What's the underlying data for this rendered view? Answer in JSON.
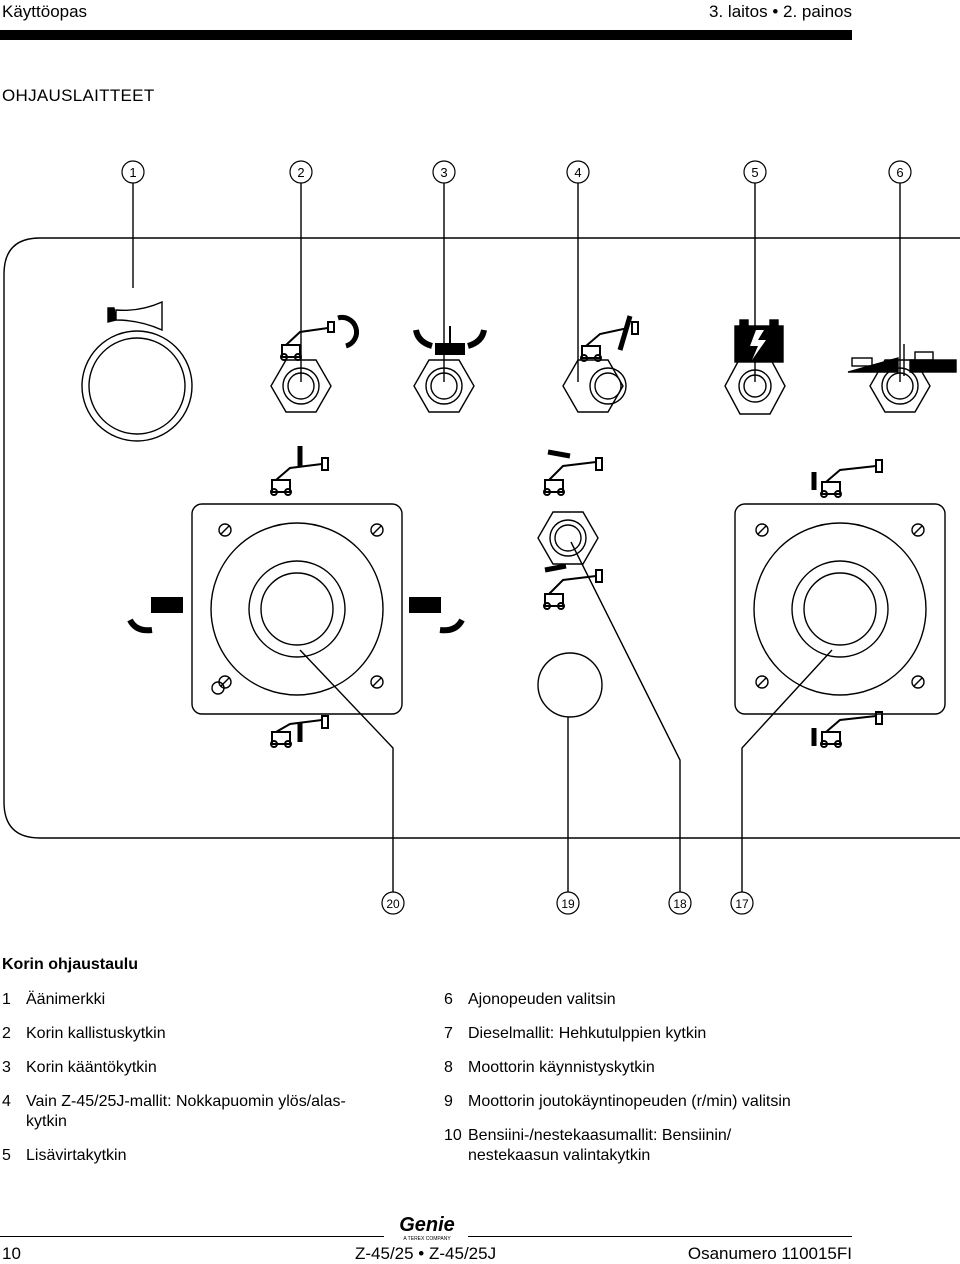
{
  "header": {
    "left": "Käyttöopas",
    "right": "3. laitos • 2. painos"
  },
  "section_title": "OHJAUSLAITTEET",
  "callouts": {
    "top": [
      "1",
      "2",
      "3",
      "4",
      "5",
      "6"
    ],
    "bottom": [
      "20",
      "19",
      "18",
      "17"
    ]
  },
  "panel_title": "Korin ohjaustaulu",
  "legend_left": [
    {
      "num": "1",
      "text": "Äänimerkki"
    },
    {
      "num": "2",
      "text": "Korin kallistuskytkin"
    },
    {
      "num": "3",
      "text": "Korin kääntökytkin"
    },
    {
      "num": "4",
      "text": "Vain Z-45/25J-mallit: Nokkapuomin ylös/alas-",
      "cont": "kytkin"
    },
    {
      "num": "5",
      "text": "Lisävirtakytkin"
    }
  ],
  "legend_right": [
    {
      "num": "6",
      "text": "Ajonopeuden valitsin"
    },
    {
      "num": "7",
      "text": "Dieselmallit: Hehkutulppien kytkin"
    },
    {
      "num": "8",
      "text": "Moottorin käynnistyskytkin"
    },
    {
      "num": "9",
      "text": "Moottorin joutokäyntinopeuden (r/min) valitsin"
    },
    {
      "num": "10",
      "text": "Bensiini-/nestekaasumallit: Bensiinin/",
      "cont": "nestekaasun valintakytkin"
    }
  ],
  "logo": {
    "brand": "Genie",
    "tagline": "A TEREX COMPANY"
  },
  "footer": {
    "page": "10",
    "model": "Z-45/25 • Z-45/25J",
    "part": "Osanumero 110015FI"
  }
}
